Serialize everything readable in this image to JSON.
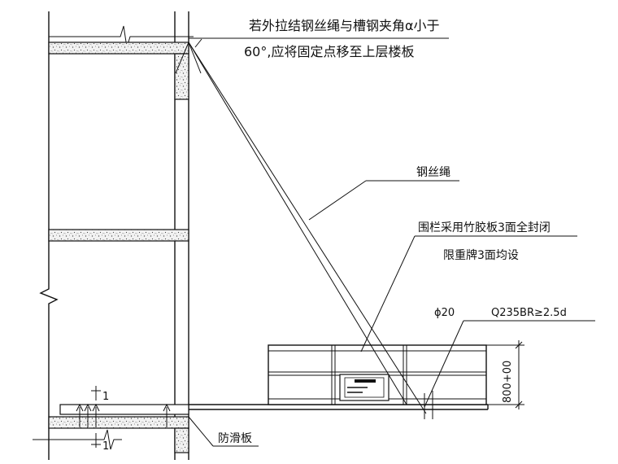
{
  "annotations": {
    "angle_note_line1": "若外拉结钢丝绳与槽钢夹角α小于",
    "angle_note_line2": "60°,应将固定点移至上层楼板",
    "wire_rope": "钢丝绳",
    "fence_note": "围栏采用竹胶板3面全封闭",
    "weight_sign_note": "限重牌3面均设",
    "rod_diameter": "ϕ20",
    "steel_spec": "Q235BR≥2.5d",
    "fence_height": "800+00",
    "section_mark_top": "1",
    "section_mark_bottom": "1",
    "anti_slip_board": "防滑板"
  }
}
